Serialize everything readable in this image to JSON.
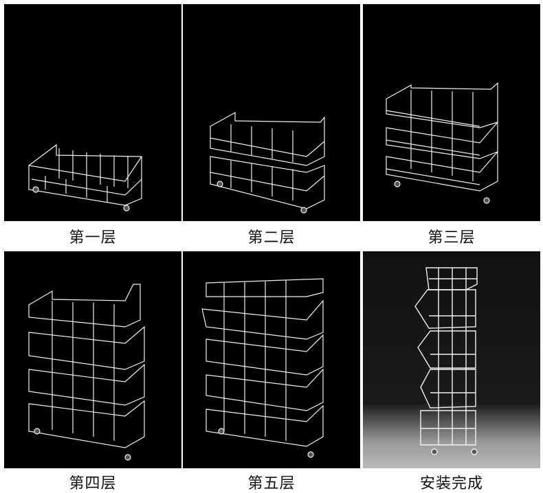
{
  "panels": [
    {
      "caption": "第一层",
      "tiers": 1
    },
    {
      "caption": "第二层",
      "tiers": 2
    },
    {
      "caption": "第三层",
      "tiers": 3
    },
    {
      "caption": "第四层",
      "tiers": 4
    },
    {
      "caption": "第五层",
      "tiers": 5
    },
    {
      "caption": "安装完成",
      "tiers": 5
    }
  ],
  "colors": {
    "background": "#000000",
    "wire": "#f2f2f2",
    "caption": "#111111"
  }
}
